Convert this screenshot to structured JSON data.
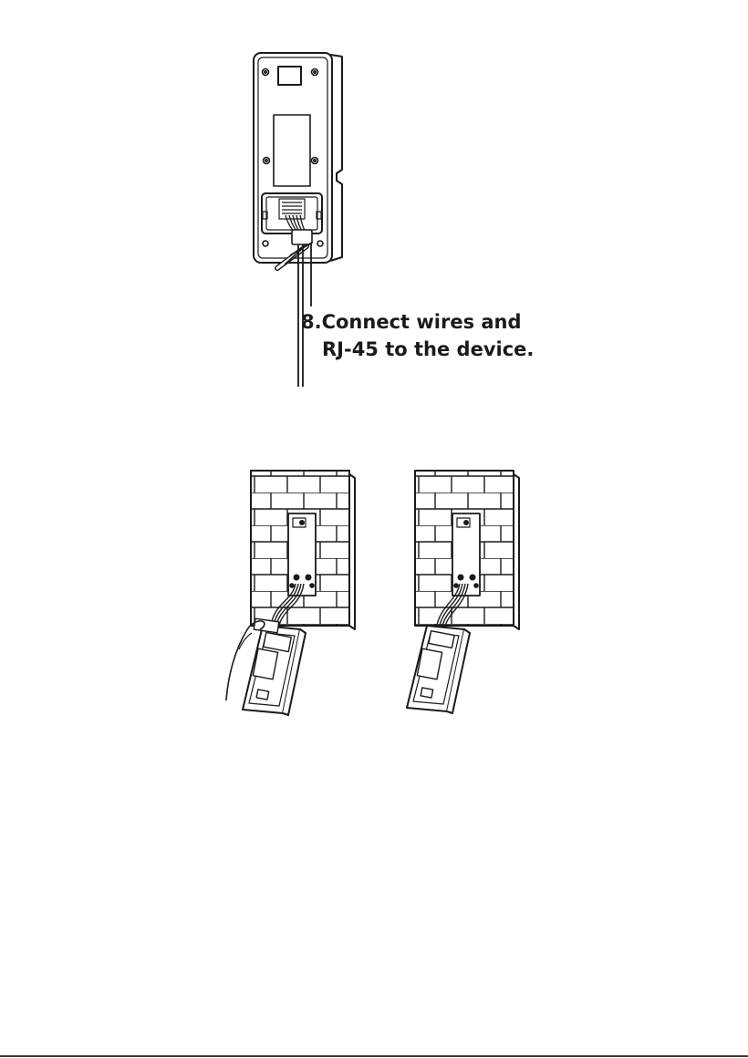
{
  "step": {
    "line1": "8.Connect wires and",
    "line2": "RJ-45 to the device."
  },
  "figures": {
    "device_rear": "device-rear-panel-with-cables",
    "mounting_left": "hand-connecting-cables-to-device-at-wall-plate",
    "mounting_right": "device-cabled-to-wall-plate"
  },
  "colors": {
    "line": "#1a1a1a",
    "background": "#ffffff"
  }
}
